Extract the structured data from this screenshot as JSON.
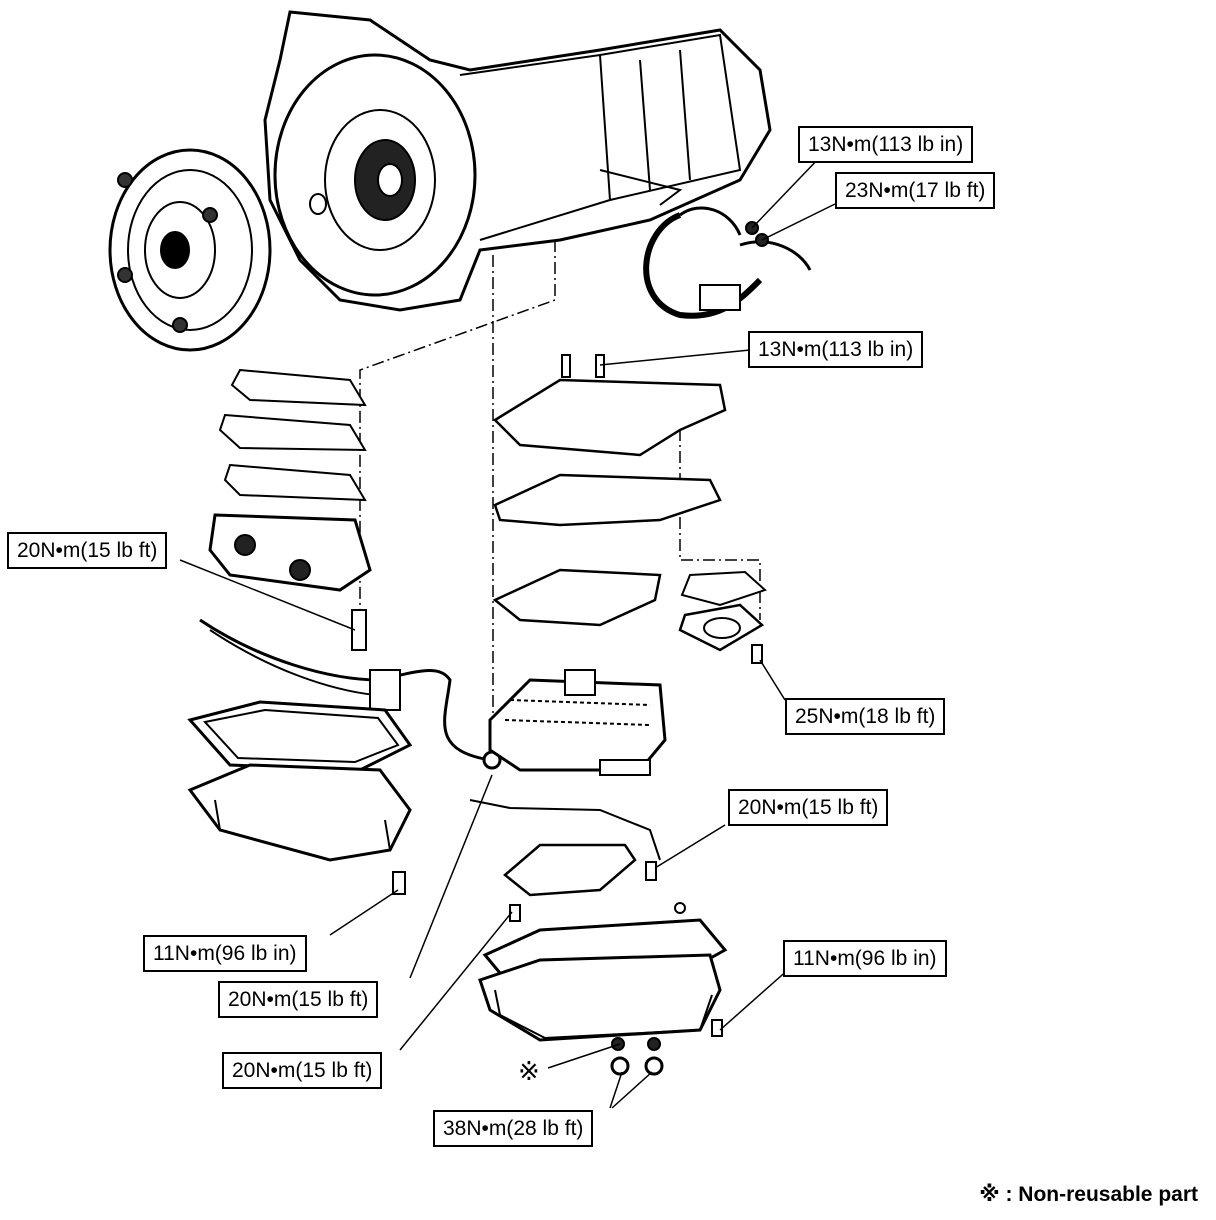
{
  "callouts": {
    "t1": "13N•m(113 lb in)",
    "t2": "23N•m(17 lb ft)",
    "t3": "13N•m(113 lb in)",
    "t4": "20N•m(15 lb ft)",
    "t5": "25N•m(18 lb ft)",
    "t6": "20N•m(15 lb ft)",
    "t7": "11N•m(96 lb in)",
    "t8": "11N•m(96 lb in)",
    "t9": "20N•m(15 lb ft)",
    "t10": "20N•m(15 lb ft)",
    "t11": "38N•m(28 lb ft)"
  },
  "marker_symbol": "※",
  "legend": {
    "symbol": "※",
    "text": ": Non-reusable part"
  }
}
